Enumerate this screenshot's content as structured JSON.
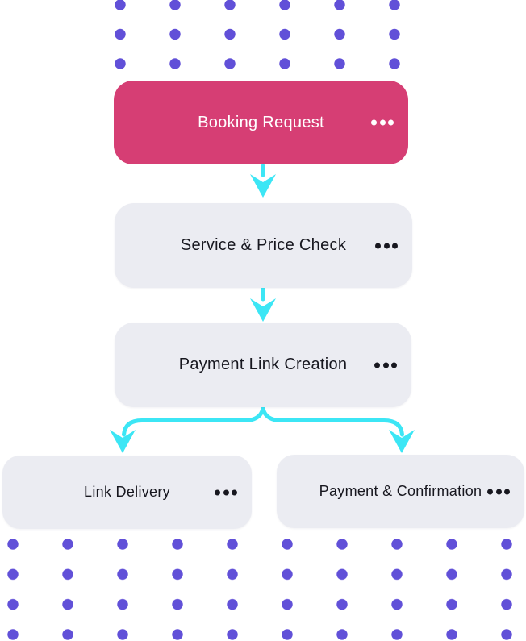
{
  "diagram": {
    "type": "flowchart",
    "nodes": [
      {
        "id": "booking-request",
        "label": "Booking Request",
        "variant": "accent",
        "menu_icon": "ellipsis"
      },
      {
        "id": "service-price-check",
        "label": "Service & Price Check",
        "variant": "default",
        "menu_icon": "ellipsis"
      },
      {
        "id": "payment-link-creation",
        "label": "Payment Link Creation",
        "variant": "default",
        "menu_icon": "ellipsis"
      },
      {
        "id": "link-delivery",
        "label": "Link Delivery",
        "variant": "default",
        "menu_icon": "ellipsis"
      },
      {
        "id": "payment-confirmation",
        "label": "Payment & Confirmation",
        "variant": "default",
        "menu_icon": "ellipsis"
      }
    ],
    "edges": [
      {
        "from": "booking-request",
        "to": "service-price-check"
      },
      {
        "from": "service-price-check",
        "to": "payment-link-creation"
      },
      {
        "from": "payment-link-creation",
        "to": "link-delivery"
      },
      {
        "from": "payment-link-creation",
        "to": "payment-confirmation"
      }
    ],
    "colors": {
      "accent_node": "#d63e74",
      "default_node": "#ebecf2",
      "arrow": "#3ce6f5",
      "background_dots": "#6150d8",
      "text_on_accent": "#ffffff",
      "text_on_default": "#17171f",
      "page_background": "#ffffff"
    }
  }
}
